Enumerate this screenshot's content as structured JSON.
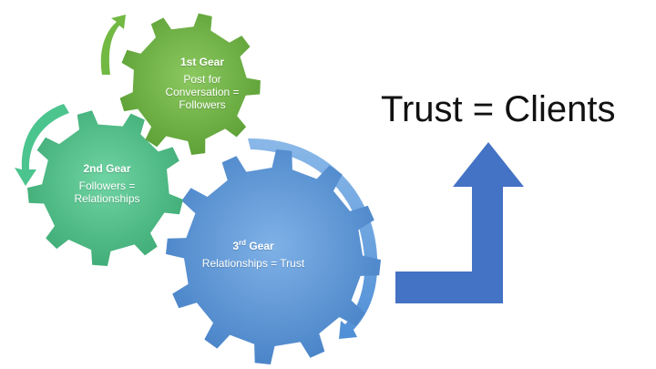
{
  "headline": "Trust = Clients",
  "gears": [
    {
      "title": "1st Gear",
      "lines": [
        "Post for",
        "Conversation =",
        "Followers"
      ]
    },
    {
      "title": "2nd Gear",
      "lines": [
        "Followers =",
        "Relationships"
      ]
    },
    {
      "title_prefix": "3",
      "title_sup": "rd",
      "title_suffix": " Gear",
      "lines": [
        "Relationships = Trust"
      ]
    }
  ],
  "colors": {
    "gear1": "#6fb243",
    "gear2": "#4fc08a",
    "gear3": "#5b97d6",
    "arrow_green": "#72b944",
    "arrow_teal": "#4cc48e",
    "arrow_blue": "#6aa6e2",
    "bent_arrow": "#4472c4"
  },
  "icons": [
    "gear-1-icon",
    "gear-2-icon",
    "gear-3-icon",
    "curved-arrow-icon",
    "bent-up-arrow-icon"
  ]
}
